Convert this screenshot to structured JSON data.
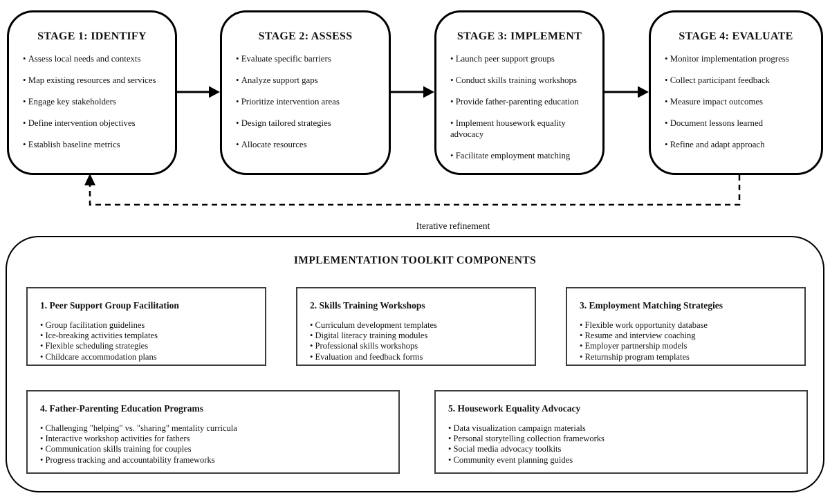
{
  "stages": [
    {
      "title": "STAGE 1: IDENTIFY",
      "items": [
        "Assess local needs and contexts",
        "Map existing resources and services",
        "Engage key stakeholders",
        "Define intervention objectives",
        "Establish baseline metrics"
      ]
    },
    {
      "title": "STAGE 2: ASSESS",
      "items": [
        "Evaluate specific barriers",
        "Analyze support gaps",
        "Prioritize intervention areas",
        "Design tailored strategies",
        "Allocate resources"
      ]
    },
    {
      "title": "STAGE 3: IMPLEMENT",
      "items": [
        "Launch peer support groups",
        "Conduct skills training workshops",
        "Provide father-parenting education",
        "Implement housework equality advocacy",
        "Facilitate employment matching"
      ]
    },
    {
      "title": "STAGE 4: EVALUATE",
      "items": [
        "Monitor implementation progress",
        "Collect participant feedback",
        "Measure impact outcomes",
        "Document lessons learned",
        "Refine and adapt approach"
      ]
    }
  ],
  "feedback_label": "Iterative refinement",
  "toolkit": {
    "title": "IMPLEMENTATION TOOLKIT COMPONENTS",
    "components": [
      {
        "title": "1. Peer Support Group Facilitation",
        "items": [
          "Group facilitation guidelines",
          "Ice-breaking activities templates",
          "Flexible scheduling strategies",
          "Childcare accommodation plans"
        ]
      },
      {
        "title": "2. Skills Training Workshops",
        "items": [
          "Curriculum development templates",
          "Digital literacy training modules",
          "Professional skills workshops",
          "Evaluation and feedback forms"
        ]
      },
      {
        "title": "3. Employment Matching Strategies",
        "items": [
          "Flexible work opportunity database",
          "Resume and interview coaching",
          "Employer partnership models",
          "Returnship program templates"
        ]
      },
      {
        "title": "4. Father-Parenting Education Programs",
        "items": [
          "Challenging \"helping\" vs. \"sharing\" mentality curricula",
          "Interactive workshop activities for fathers",
          "Communication skills training for couples",
          "Progress tracking and accountability frameworks"
        ]
      },
      {
        "title": "5. Housework Equality Advocacy",
        "items": [
          "Data visualization campaign materials",
          "Personal storytelling collection frameworks",
          "Social media advocacy toolkits",
          "Community event planning guides"
        ]
      }
    ]
  },
  "colors": {
    "background": "#ffffff",
    "line": "#000000",
    "text": "#111111",
    "stage_border": "#000000",
    "component_border": "#3d3d3d"
  }
}
